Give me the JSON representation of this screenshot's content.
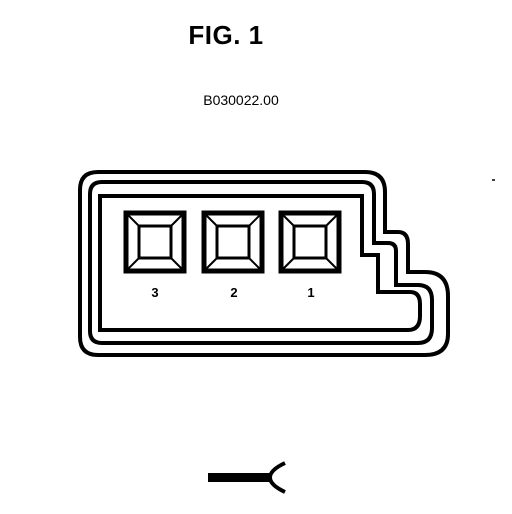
{
  "figure": {
    "title": "FIG. 1",
    "code": "B030022.00"
  },
  "connector": {
    "pins": [
      {
        "label": "3"
      },
      {
        "label": "2"
      },
      {
        "label": "1"
      }
    ]
  },
  "symbol": {
    "icon": "wire-harness-connector-icon"
  }
}
